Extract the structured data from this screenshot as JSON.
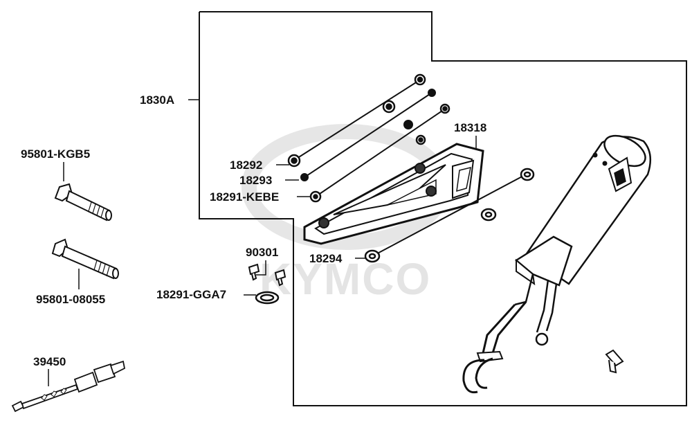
{
  "watermark": {
    "brand": "KYMCO"
  },
  "labels": {
    "assembly": "1830A",
    "bolt_top": "95801-KGB5",
    "bolt_bottom": "95801-08055",
    "sensor": "39450",
    "heat_guard": "18318",
    "nut_18292": "18292",
    "washer_18293": "18293",
    "washer_kebe": "18291-KEBE",
    "washer_18294": "18294",
    "clip_90301": "90301",
    "gasket_gga7": "18291-GGA7"
  },
  "colors": {
    "line": "#111111",
    "watermark": "#e4e4e4",
    "background": "#ffffff"
  }
}
